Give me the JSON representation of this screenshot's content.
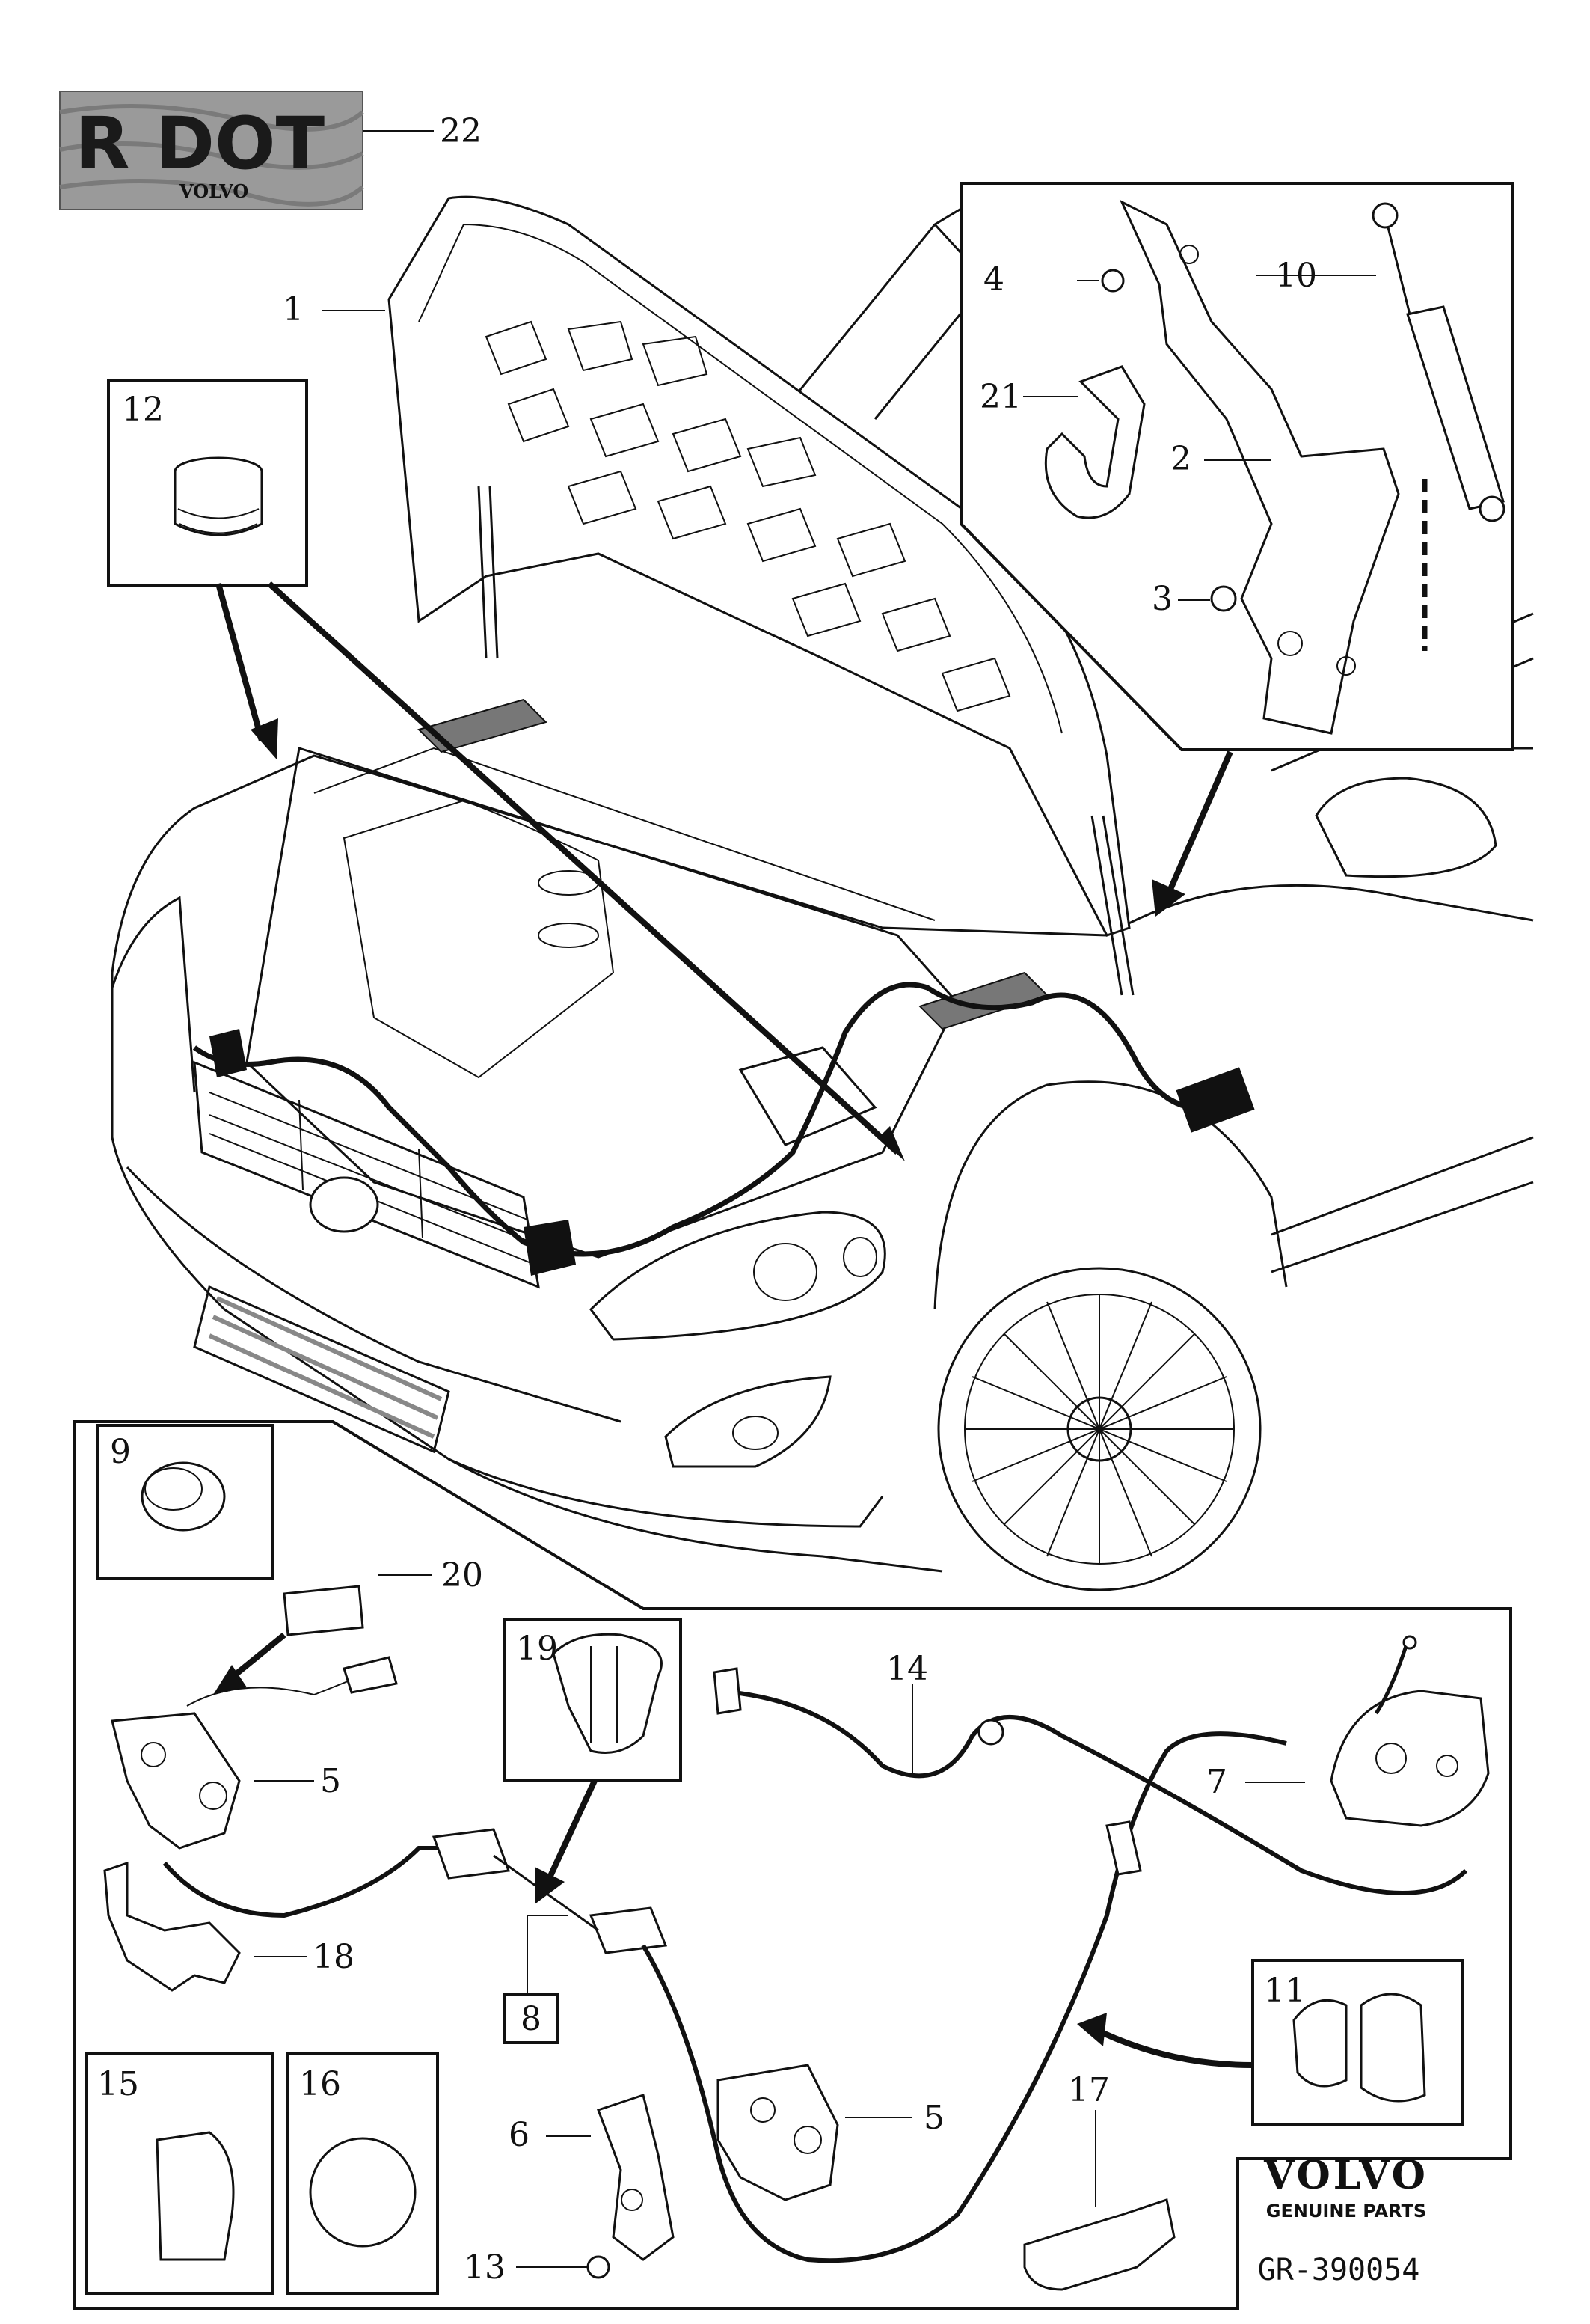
{
  "badge": {
    "text": "R DOT",
    "subtext": "VOLVO"
  },
  "callouts": {
    "c1": "1",
    "c2": "2",
    "c3": "3",
    "c4": "4",
    "c5a": "5",
    "c5b": "5",
    "c6": "6",
    "c7": "7",
    "c8": "8",
    "c9": "9",
    "c10": "10",
    "c11": "11",
    "c12": "12",
    "c13": "13",
    "c14": "14",
    "c15": "15",
    "c16": "16",
    "c17": "17",
    "c18": "18",
    "c19": "19",
    "c20": "20",
    "c21": "21",
    "c22": "22"
  },
  "brand": {
    "name": "VOLVO",
    "tagline": "GENUINE PARTS"
  },
  "reference": "GR-390054"
}
